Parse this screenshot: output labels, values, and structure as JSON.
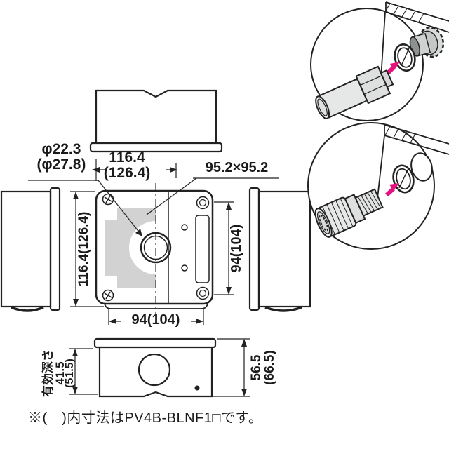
{
  "drawing": {
    "dimensions": {
      "knockout_diameter": "φ22.3",
      "knockout_diameter_alt": "(φ27.8)",
      "overall_width": "116.4",
      "overall_width_alt": "(126.4)",
      "cover_panel_size": "95.2×95.2",
      "overall_height": "116.4(126.4)",
      "body_height": "94(104)",
      "body_width": "94(104)",
      "effective_depth_label": "有効深さ",
      "effective_depth": "41.5",
      "effective_depth_alt": "(51.5)",
      "box_depth": "56.5",
      "box_depth_alt": "(66.5)"
    },
    "note": "※(　)内寸法はPV4B-BLNF1□です。",
    "colors": {
      "line": "#222222",
      "shade": "#d2d2d2",
      "accent_arrow": "#e5127d",
      "metal_fill": "#e6e8e7"
    }
  }
}
